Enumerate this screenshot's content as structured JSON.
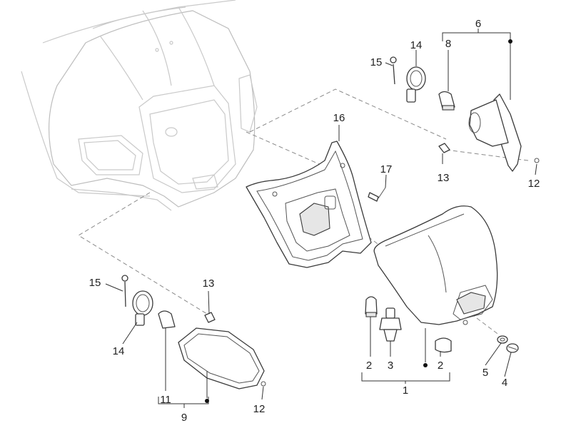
{
  "callouts": {
    "c1": "1",
    "c2a": "2",
    "c2b": "2",
    "c3": "3",
    "c4": "4",
    "c5": "5",
    "c6": "6",
    "c8": "8",
    "c9": "9",
    "c11": "11",
    "c12a": "12",
    "c12b": "12",
    "c13a": "13",
    "c13b": "13",
    "c14a": "14",
    "c14b": "14",
    "c15a": "15",
    "c15b": "15",
    "c16": "16",
    "c17": "17"
  },
  "colors": {
    "linework": "#3a3a3a",
    "body_outline": "#c9c9c9",
    "dashed": "#8a8a8a",
    "background": "#ffffff"
  }
}
